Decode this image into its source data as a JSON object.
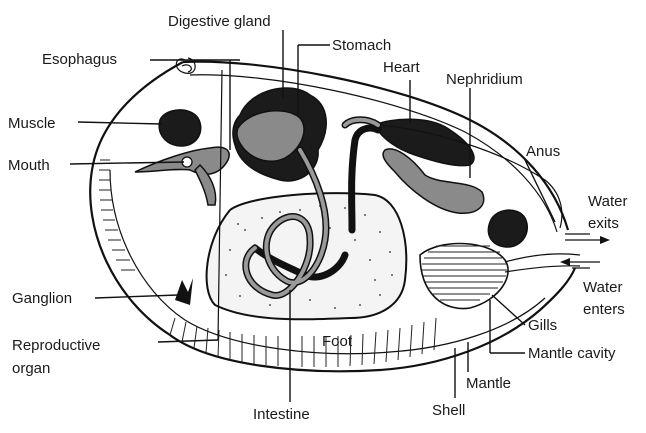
{
  "labels": {
    "digestive_gland": "Digestive gland",
    "stomach": "Stomach",
    "esophagus": "Esophagus",
    "heart": "Heart",
    "nephridium": "Nephridium",
    "muscle": "Muscle",
    "mouth": "Mouth",
    "anus": "Anus",
    "water_exits_1": "Water",
    "water_exits_2": "exits",
    "water_enters_1": "Water",
    "water_enters_2": "enters",
    "ganglion": "Ganglion",
    "gills": "Gills",
    "reproductive_1": "Reproductive",
    "reproductive_2": "organ",
    "foot": "Foot",
    "mantle_cavity": "Mantle cavity",
    "mantle": "Mantle",
    "shell": "Shell",
    "intestine": "Intestine"
  },
  "colors": {
    "ink": "#111111",
    "dark_organ": "#1b1b1b",
    "grey_organ": "#8a8a8a",
    "background": "#ffffff"
  }
}
